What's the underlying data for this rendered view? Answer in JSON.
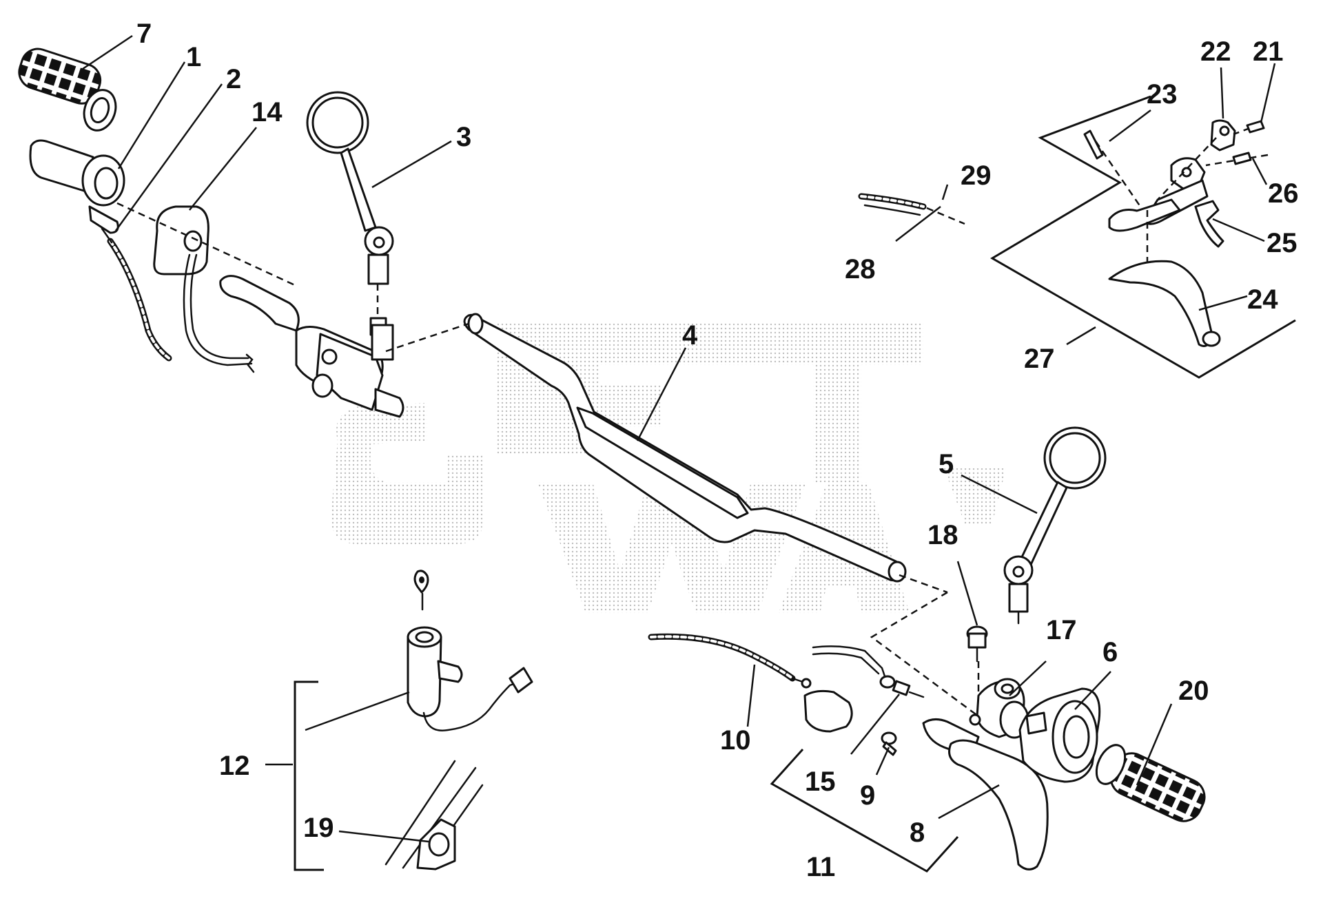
{
  "diagram": {
    "watermark": "",
    "callouts": [
      {
        "id": "1",
        "text": "1"
      },
      {
        "id": "2",
        "text": "2"
      },
      {
        "id": "3",
        "text": "3"
      },
      {
        "id": "4",
        "text": "4"
      },
      {
        "id": "5",
        "text": "5"
      },
      {
        "id": "6",
        "text": "6"
      },
      {
        "id": "7",
        "text": "7"
      },
      {
        "id": "8",
        "text": "8"
      },
      {
        "id": "9",
        "text": "9"
      },
      {
        "id": "10",
        "text": "10"
      },
      {
        "id": "11",
        "text": "11"
      },
      {
        "id": "12",
        "text": "12"
      },
      {
        "id": "14",
        "text": "14"
      },
      {
        "id": "15",
        "text": "15"
      },
      {
        "id": "17",
        "text": "17"
      },
      {
        "id": "18",
        "text": "18"
      },
      {
        "id": "19",
        "text": "19"
      },
      {
        "id": "20",
        "text": "20"
      },
      {
        "id": "21",
        "text": "21"
      },
      {
        "id": "22",
        "text": "22"
      },
      {
        "id": "23",
        "text": "23"
      },
      {
        "id": "24",
        "text": "24"
      },
      {
        "id": "25",
        "text": "25"
      },
      {
        "id": "26",
        "text": "26"
      },
      {
        "id": "27",
        "text": "27"
      },
      {
        "id": "28",
        "text": "28"
      },
      {
        "id": "29",
        "text": "29"
      }
    ],
    "colors": {
      "ink": "#111111",
      "paper": "#ffffff",
      "watermark": "#c8c8c8"
    }
  }
}
